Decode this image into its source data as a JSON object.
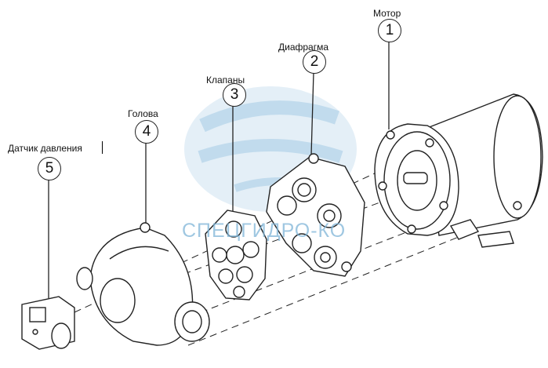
{
  "diagram": {
    "parts": [
      {
        "number": "1",
        "label": "Мотор"
      },
      {
        "number": "2",
        "label": "Диафрагма"
      },
      {
        "number": "3",
        "label": "Клапаны"
      },
      {
        "number": "4",
        "label": "Голова"
      },
      {
        "number": "5",
        "label": "Датчик давления"
      }
    ],
    "watermark": "СПЕЦГИДРО-КО",
    "colors": {
      "line": "#222222",
      "watermark": "#7fb5d8"
    }
  }
}
